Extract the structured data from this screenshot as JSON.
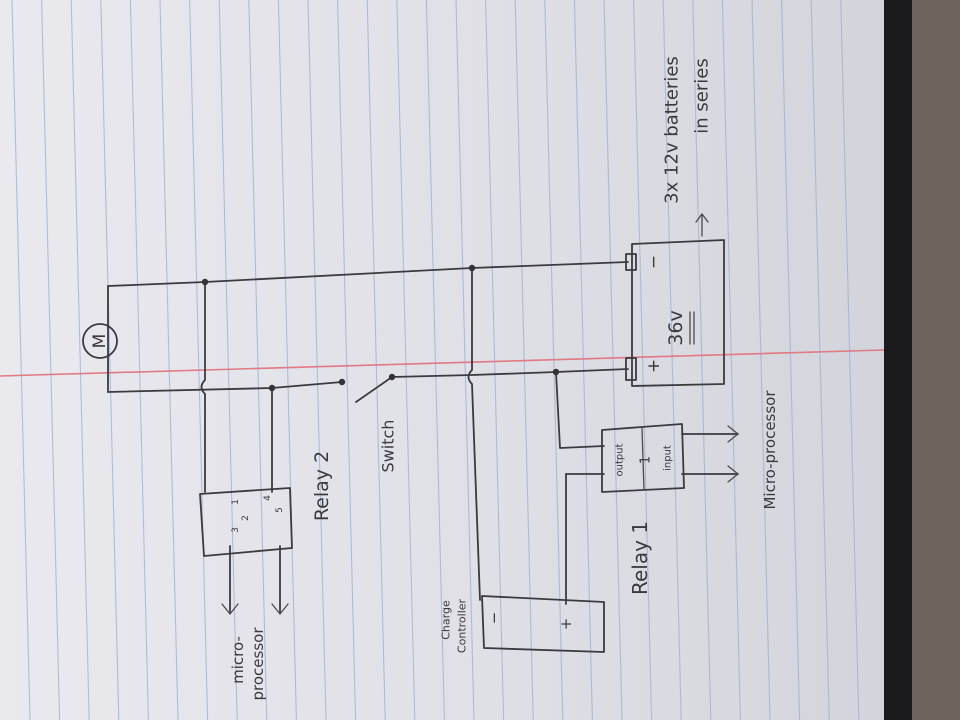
{
  "paper": {
    "style": "ruled notebook paper, photographed rotated 90°",
    "line_color": "#9ab0d4",
    "margin_color": "#e0707a",
    "ink_color": "#3b3b3e"
  },
  "labels": {
    "motor": "M",
    "battery_voltage": "36v",
    "battery_plus": "+",
    "battery_minus": "−",
    "battery_note_line1": "3x 12v batteries",
    "battery_note_line2": "in series",
    "switch": "Switch",
    "relay1_name": "Relay 1",
    "relay1_output": "output",
    "relay1_number": "1",
    "relay1_input": "input",
    "micro_processor_right": "Micro-processor",
    "relay2_name": "Relay 2",
    "relay2_pin1": "1",
    "relay2_pin2": "2",
    "relay2_pin3": "3",
    "relay2_pin4": "4",
    "relay2_pin5": "5",
    "micro_processor_left_line1": "micro-",
    "micro_processor_left_line2": "processor",
    "charge_controller_line1": "Charge",
    "charge_controller_line2": "Controller",
    "charge_minus": "−",
    "charge_plus": "+"
  }
}
